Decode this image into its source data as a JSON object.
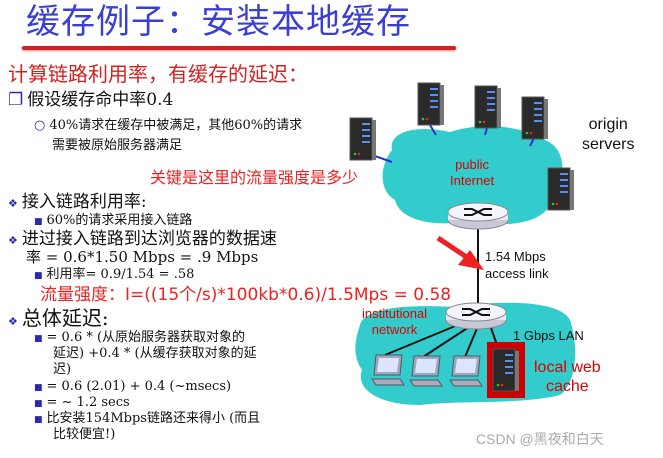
{
  "title": "缓存例子：安装本地缓存",
  "subtitle": "计算链路利用率，有缓存的延迟：",
  "bullets": {
    "hit_rate": "假设缓存命中率0.4",
    "hit_detail_1": "40%请求在缓存中被满足，其他60%的请求",
    "hit_detail_2": "需要被原始服务器满足",
    "util_heading": "接入链路利用率:",
    "util_1": "60%的请求采用接入链路",
    "rate_1": "进过接入链路到达浏览器的数据速",
    "rate_2": "率 = 0.6*1.50 Mbps = .9 Mbps",
    "util_value": "利用率= 0.9/1.54 = .58",
    "delay_heading": "总体延迟:",
    "delay_1a": "= 0.6 * (从原始服务器获取对象的",
    "delay_1b": "延迟) +0.4 * (从缓存获取对象的延",
    "delay_1c": "迟)",
    "delay_2": "= 0.6 (2.01) + 0.4 (~msecs)",
    "delay_3": "= ~ 1.2 secs",
    "delay_4a": "比安装154Mbps链路还来得小 (而且",
    "delay_4b": "比较便宜!)"
  },
  "annotations": {
    "key_question": "关键是这里的流量强度是多少",
    "intensity": "流量强度：I=((15个/s)*100kb*0.6)/1.5Mps = 0.58"
  },
  "diagram": {
    "origin_servers": [
      "origin",
      "servers"
    ],
    "public_internet": [
      "public",
      "Internet"
    ],
    "access_link": [
      "1.54 Mbps",
      "access link"
    ],
    "institutional_network": [
      "institutional",
      "network"
    ],
    "lan": "1 Gbps LAN",
    "local_cache": [
      "local web",
      "cache"
    ]
  },
  "watermark": "CSDN @黑夜和白天",
  "colors": {
    "title": "#3a3fd4",
    "accent_red": "#ef2020",
    "cloud": "#33cccc"
  }
}
